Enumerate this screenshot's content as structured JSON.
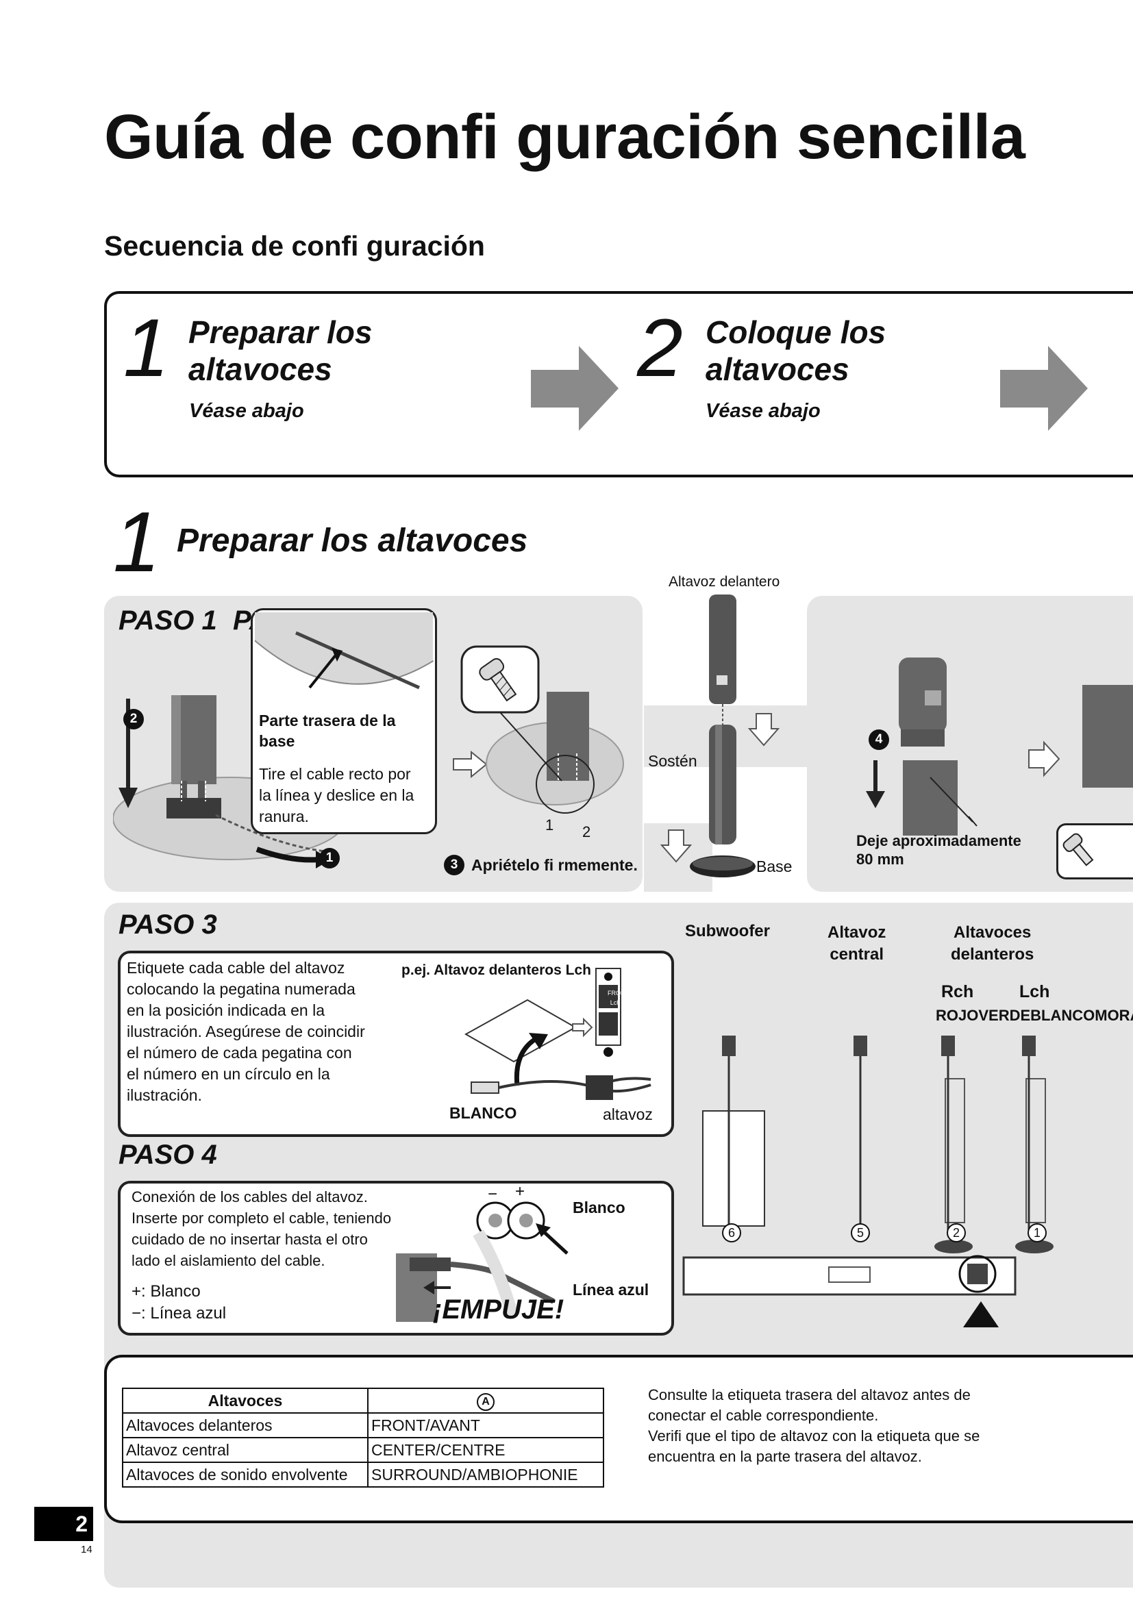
{
  "title": "Guía de confi guración sencilla",
  "subtitle": "Secuencia de confi guración",
  "sequence": [
    {
      "num": "1",
      "title_line1": "Preparar los",
      "title_line2": "altavoces",
      "sub": "Véase abajo"
    },
    {
      "num": "2",
      "title_line1": "Coloque los",
      "title_line2": "altavoces",
      "sub": "Véase abajo"
    }
  ],
  "section": {
    "num": "1",
    "title": "Preparar los altavoces"
  },
  "top_panel": {
    "paso_1": "PASO 1",
    "paso_2": "PASO 2",
    "callout_title_line1": "Parte trasera de la",
    "callout_title_line2": "base",
    "callout_line1": "Tire el cable recto por",
    "callout_line2": "la línea y deslice en la",
    "callout_line3": "ranura.",
    "step_1_num": "1",
    "step_2_num": "2",
    "step_3_num": "3",
    "step_3_text": "Apriételo fi rmemente.",
    "screw_label_1": "1",
    "screw_label_2": "2",
    "front_speaker_label": "Altavoz delantero",
    "holder_label": "Sostén",
    "base_label": "Base",
    "step_4_num": "4",
    "gap_text_line1": "Deje aproximadamente",
    "gap_text_line2": "80 mm"
  },
  "paso3": {
    "label": "PASO 3",
    "text_lines": [
      "Etiquete cada cable del altavoz",
      "colocando la pegatina numerada",
      "en la posición indicada en la",
      "ilustración. Asegúrese de coincidir",
      "el número de cada pegatina con",
      "el número en un círculo en la",
      "ilustración."
    ],
    "example_label": "p.ej.  Altavoz delanteros Lch",
    "sticker_front": "FRONT",
    "sticker_lch": "Lch",
    "blanco": "BLANCO",
    "altavoz": "altavoz"
  },
  "paso4": {
    "label": "PASO 4",
    "text_lines": [
      "Conexión de los cables del altavoz.",
      "Inserte por completo el cable, teniendo",
      "cuidado de no insertar hasta el otro",
      "lado el aislamiento del cable."
    ],
    "plus_line": "+:  Blanco",
    "minus_line": "−:  Línea  azul",
    "minus_sign": "−",
    "plus_sign": "+",
    "blanco": "Blanco",
    "linea_azul": "Línea azul",
    "empuje": "¡EMPUJE!"
  },
  "speakers": {
    "subwoofer": "Subwoofer",
    "central_line1": "Altavoz",
    "central_line2": "central",
    "front_line1": "Altavoces",
    "front_line2": "delanteros",
    "rch": "Rch",
    "lch": "Lch",
    "colors_text": "ROJOVERDEBLANCOMORADO",
    "num_6": "6",
    "num_5": "5",
    "num_2": "2",
    "num_1": "1"
  },
  "table": {
    "header_col1": "Altavoces",
    "header_col2": "A",
    "rows": [
      {
        "col1": "Altavoces delanteros",
        "col2": "FRONT/AVANT"
      },
      {
        "col1": "Altavoz central",
        "col2": "CENTER/CENTRE"
      },
      {
        "col1": "Altavoces de sonido envolvente",
        "col2": "SURROUND/AMBIOPHONIE"
      }
    ],
    "note_lines": [
      "Consulte la etiqueta trasera del altavoz antes de",
      "conectar el cable correspondiente.",
      "Verifi que el tipo de altavoz con la etiqueta que se",
      "encuentra en la parte trasera del altavoz."
    ]
  },
  "page_number": "2",
  "page_small": "14",
  "colors": {
    "panel_gray": "#e5e5e5",
    "arrow_gray": "#8a8a8a",
    "dark": "#111111"
  }
}
